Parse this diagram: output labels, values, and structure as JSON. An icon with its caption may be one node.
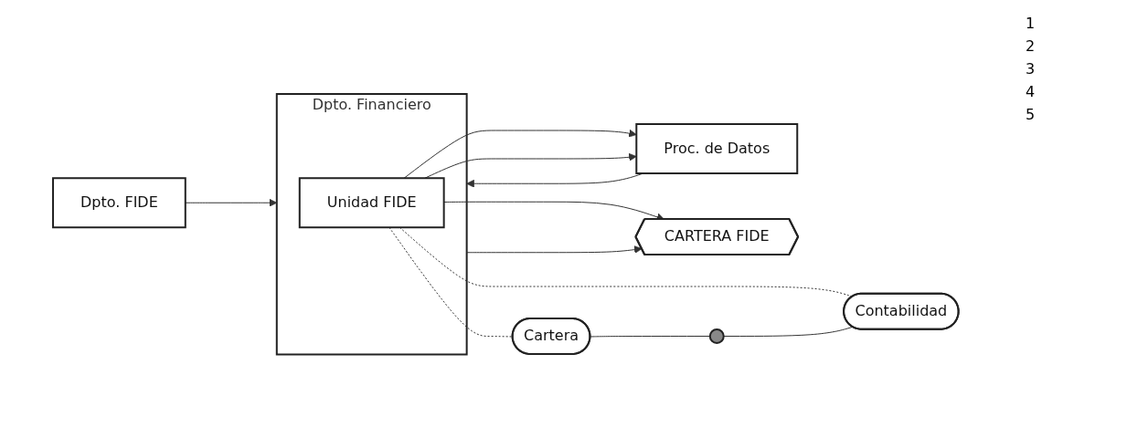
{
  "diagram": {
    "nodes": [
      {
        "text": [
          "Dpto. FIDE"
        ]
      },
      {
        "text": [
          "Dpto. Financiero"
        ]
      },
      {
        "text": [
          "Unidad FIDE"
        ],
        "in": 1
      },
      {
        "text": [
          "Proc. de Datos"
        ]
      },
      {
        "text": [
          "CARTERA FIDE"
        ]
      },
      {
        "text": [
          "Cartera"
        ]
      },
      {
        "text": [
          "Contabilidad"
        ]
      },
      {
        "text": [],
        "shape": "circle"
      }
    ],
    "edges": [
      {
        "from": 0,
        "to": 1,
        "arrow": "to"
      },
      {
        "from": 2,
        "to": 3,
        "arrow": "to"
      },
      {
        "from": 3,
        "to": 1,
        "arrow": "to"
      },
      {
        "from": 1,
        "to": 4,
        "arrow": "to"
      },
      {
        "from": 2,
        "to": 3,
        "arrow": "to"
      },
      {
        "from": 2,
        "to": 4,
        "arrow": "to"
      },
      {
        "from": 2,
        "to": 5,
        "arrow": "none",
        "style": "dashed"
      },
      {
        "from": 2,
        "to": 6,
        "arrow": "none",
        "style": "dashed"
      },
      {
        "from": 5,
        "to": 7,
        "arrow": "none"
      },
      {
        "from": 7,
        "to": 6,
        "arrow": "none"
      }
    ],
    "labels": [
      "1",
      "2",
      "3",
      "4",
      "5"
    ]
  }
}
